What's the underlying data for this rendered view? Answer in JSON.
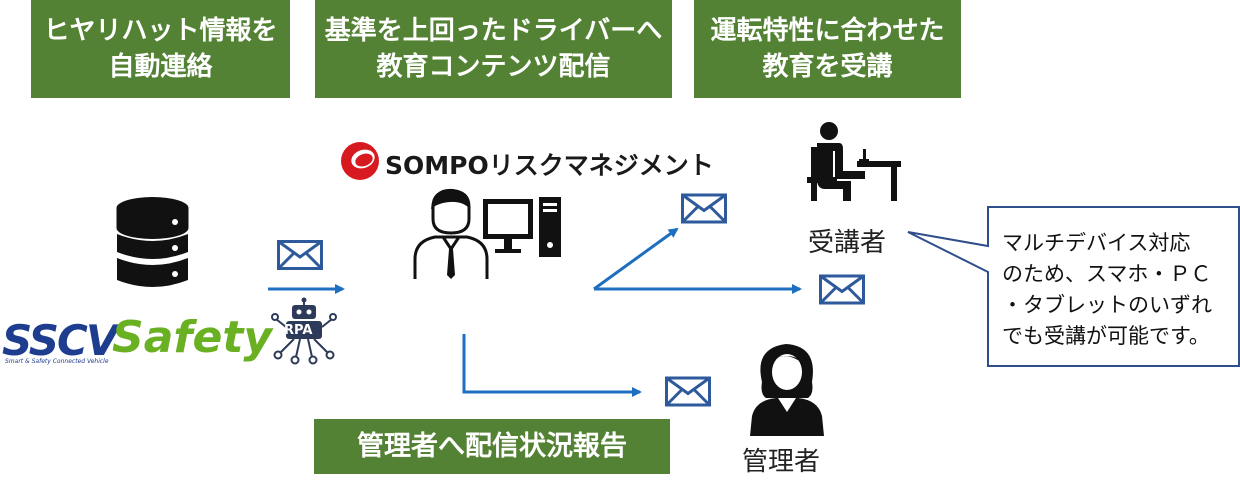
{
  "boxes": {
    "nearmiss": {
      "line1": "ヒヤリハット情報を",
      "line2": "自動連絡"
    },
    "content": {
      "line1": "基準を上回ったドライバーへ",
      "line2": "教育コンテンツ配信"
    },
    "training": {
      "line1": "運転特性に合わせた",
      "line2": "教育を受講"
    },
    "report": {
      "label": "管理者へ配信状況報告"
    }
  },
  "sompo": {
    "name": "SOMPOリスクマネジメント"
  },
  "logos": {
    "sscv": "SSCV",
    "sscv_sub": "Smart & Safety Connected Vehicle",
    "safety": "Safety",
    "rpa": "RPA"
  },
  "roles": {
    "trainee": "受講者",
    "manager": "管理者"
  },
  "callout": {
    "lines": [
      "マルチデバイス対応",
      "のため、スマホ・ＰＣ",
      "・タブレットのいずれ",
      "でも受講が可能です。"
    ]
  },
  "colors": {
    "green_box": "#548235",
    "arrow_blue": "#1f6fc0",
    "envelope_blue": "#2e5a9c",
    "callout_border": "#2f4e8c",
    "sscv_navy": "#1f3d8f",
    "safety_green": "#6ab023",
    "sompo_red": "#d71920"
  }
}
